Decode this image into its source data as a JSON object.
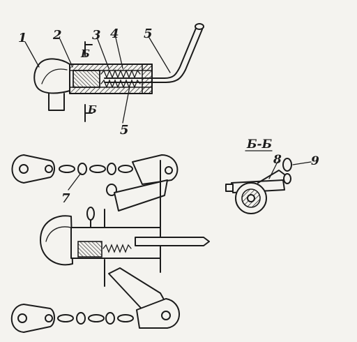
{
  "labels": {
    "part_1": "1",
    "part_2": "2",
    "part_3": "3",
    "part_4": "4",
    "part_5_top": "5",
    "part_5_bottom": "5",
    "section_mark_top": "Б",
    "section_mark_bottom": "Б",
    "part_7": "7",
    "section_title": "Б-Б",
    "part_8": "8",
    "part_9": "9"
  },
  "colors": {
    "ink": "#1b1b1b",
    "paper": "#f4f3ef"
  }
}
